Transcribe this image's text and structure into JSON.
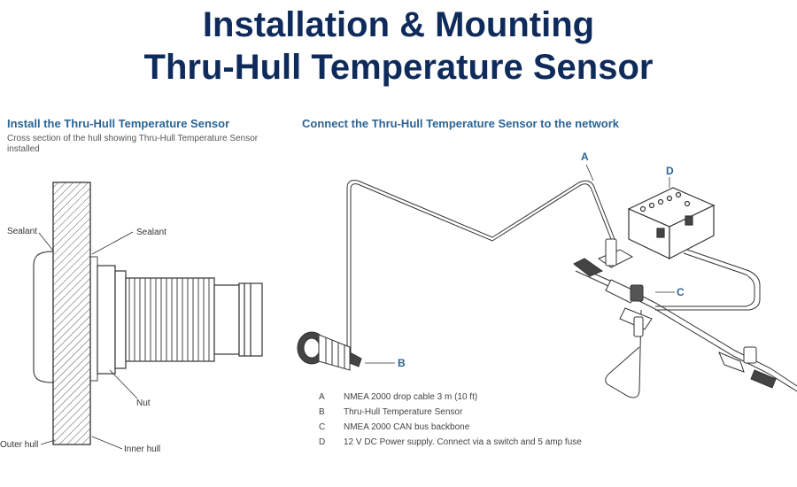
{
  "title": {
    "line1": "Installation & Mounting",
    "line2": "Thru-Hull Temperature Sensor"
  },
  "left_panel": {
    "heading": "Install the Thru-Hull Temperature Sensor",
    "subheading": "Cross section of the hull showing Thru-Hull Temperature Sensor installed",
    "labels": {
      "sealant_left": "Sealant",
      "sealant_right": "Sealant",
      "nut": "Nut",
      "outer_hull": "Outer hull",
      "inner_hull": "Inner hull"
    }
  },
  "right_panel": {
    "heading": "Connect the Thru-Hull Temperature Sensor to the network",
    "callouts": {
      "a": "A",
      "b": "B",
      "c": "C",
      "d": "D"
    },
    "legend": [
      {
        "key": "A",
        "text": "NMEA 2000 drop cable 3 m (10 ft)"
      },
      {
        "key": "B",
        "text": "Thru-Hull Temperature Sensor"
      },
      {
        "key": "C",
        "text": "NMEA 2000 CAN bus backbone"
      },
      {
        "key": "D",
        "text": "12 V DC Power supply. Connect via a switch and 5 amp fuse"
      }
    ]
  }
}
